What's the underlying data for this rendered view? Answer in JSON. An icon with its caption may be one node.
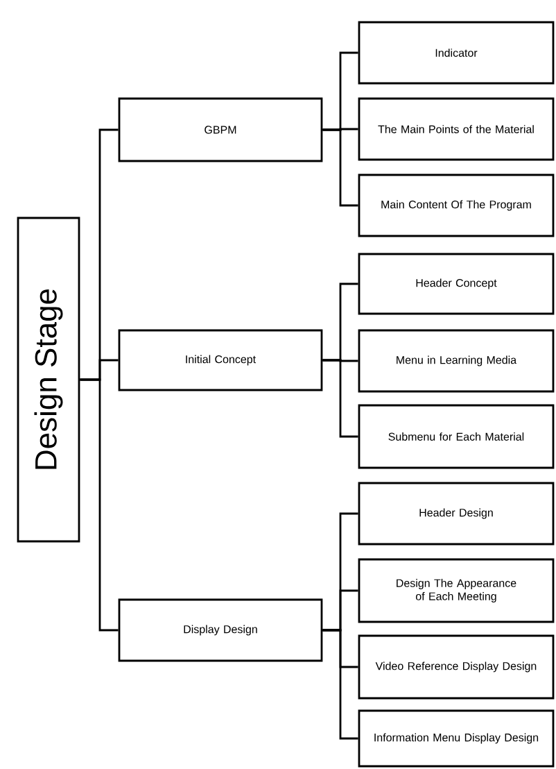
{
  "diagram": {
    "nodes": [
      {
        "text": [
          "Design Stage"
        ]
      },
      {
        "text": [
          "GBPM"
        ]
      },
      {
        "text": [
          "Initial Concept"
        ]
      },
      {
        "text": [
          "Display Design"
        ]
      },
      {
        "text": [
          "Indicator"
        ]
      },
      {
        "text": [
          "The Main Points of the Material"
        ]
      },
      {
        "text": [
          "Main Content Of The Program"
        ]
      },
      {
        "text": [
          "Header Concept"
        ]
      },
      {
        "text": [
          "Menu in Learning Media"
        ]
      },
      {
        "text": [
          "Submenu for Each Material"
        ]
      },
      {
        "text": [
          "Header Design"
        ]
      },
      {
        "text": [
          "Design The Appearance of Each Meeting"
        ]
      },
      {
        "text": [
          "Video Reference Display Design"
        ]
      },
      {
        "text": [
          "Information Menu Display Design"
        ]
      }
    ],
    "edges": [
      {
        "from": 0,
        "to": 1,
        "arrow": "none"
      },
      {
        "from": 0,
        "to": 2,
        "arrow": "none"
      },
      {
        "from": 0,
        "to": 3,
        "arrow": "none"
      },
      {
        "from": 1,
        "to": 4,
        "arrow": "none"
      },
      {
        "from": 1,
        "to": 5,
        "arrow": "none"
      },
      {
        "from": 1,
        "to": 6,
        "arrow": "none"
      },
      {
        "from": 2,
        "to": 7,
        "arrow": "none"
      },
      {
        "from": 2,
        "to": 8,
        "arrow": "none"
      },
      {
        "from": 2,
        "to": 9,
        "arrow": "none"
      },
      {
        "from": 3,
        "to": 10,
        "arrow": "none"
      },
      {
        "from": 3,
        "to": 11,
        "arrow": "none"
      },
      {
        "from": 3,
        "to": 12,
        "arrow": "none"
      },
      {
        "from": 3,
        "to": 13,
        "arrow": "none"
      }
    ]
  }
}
